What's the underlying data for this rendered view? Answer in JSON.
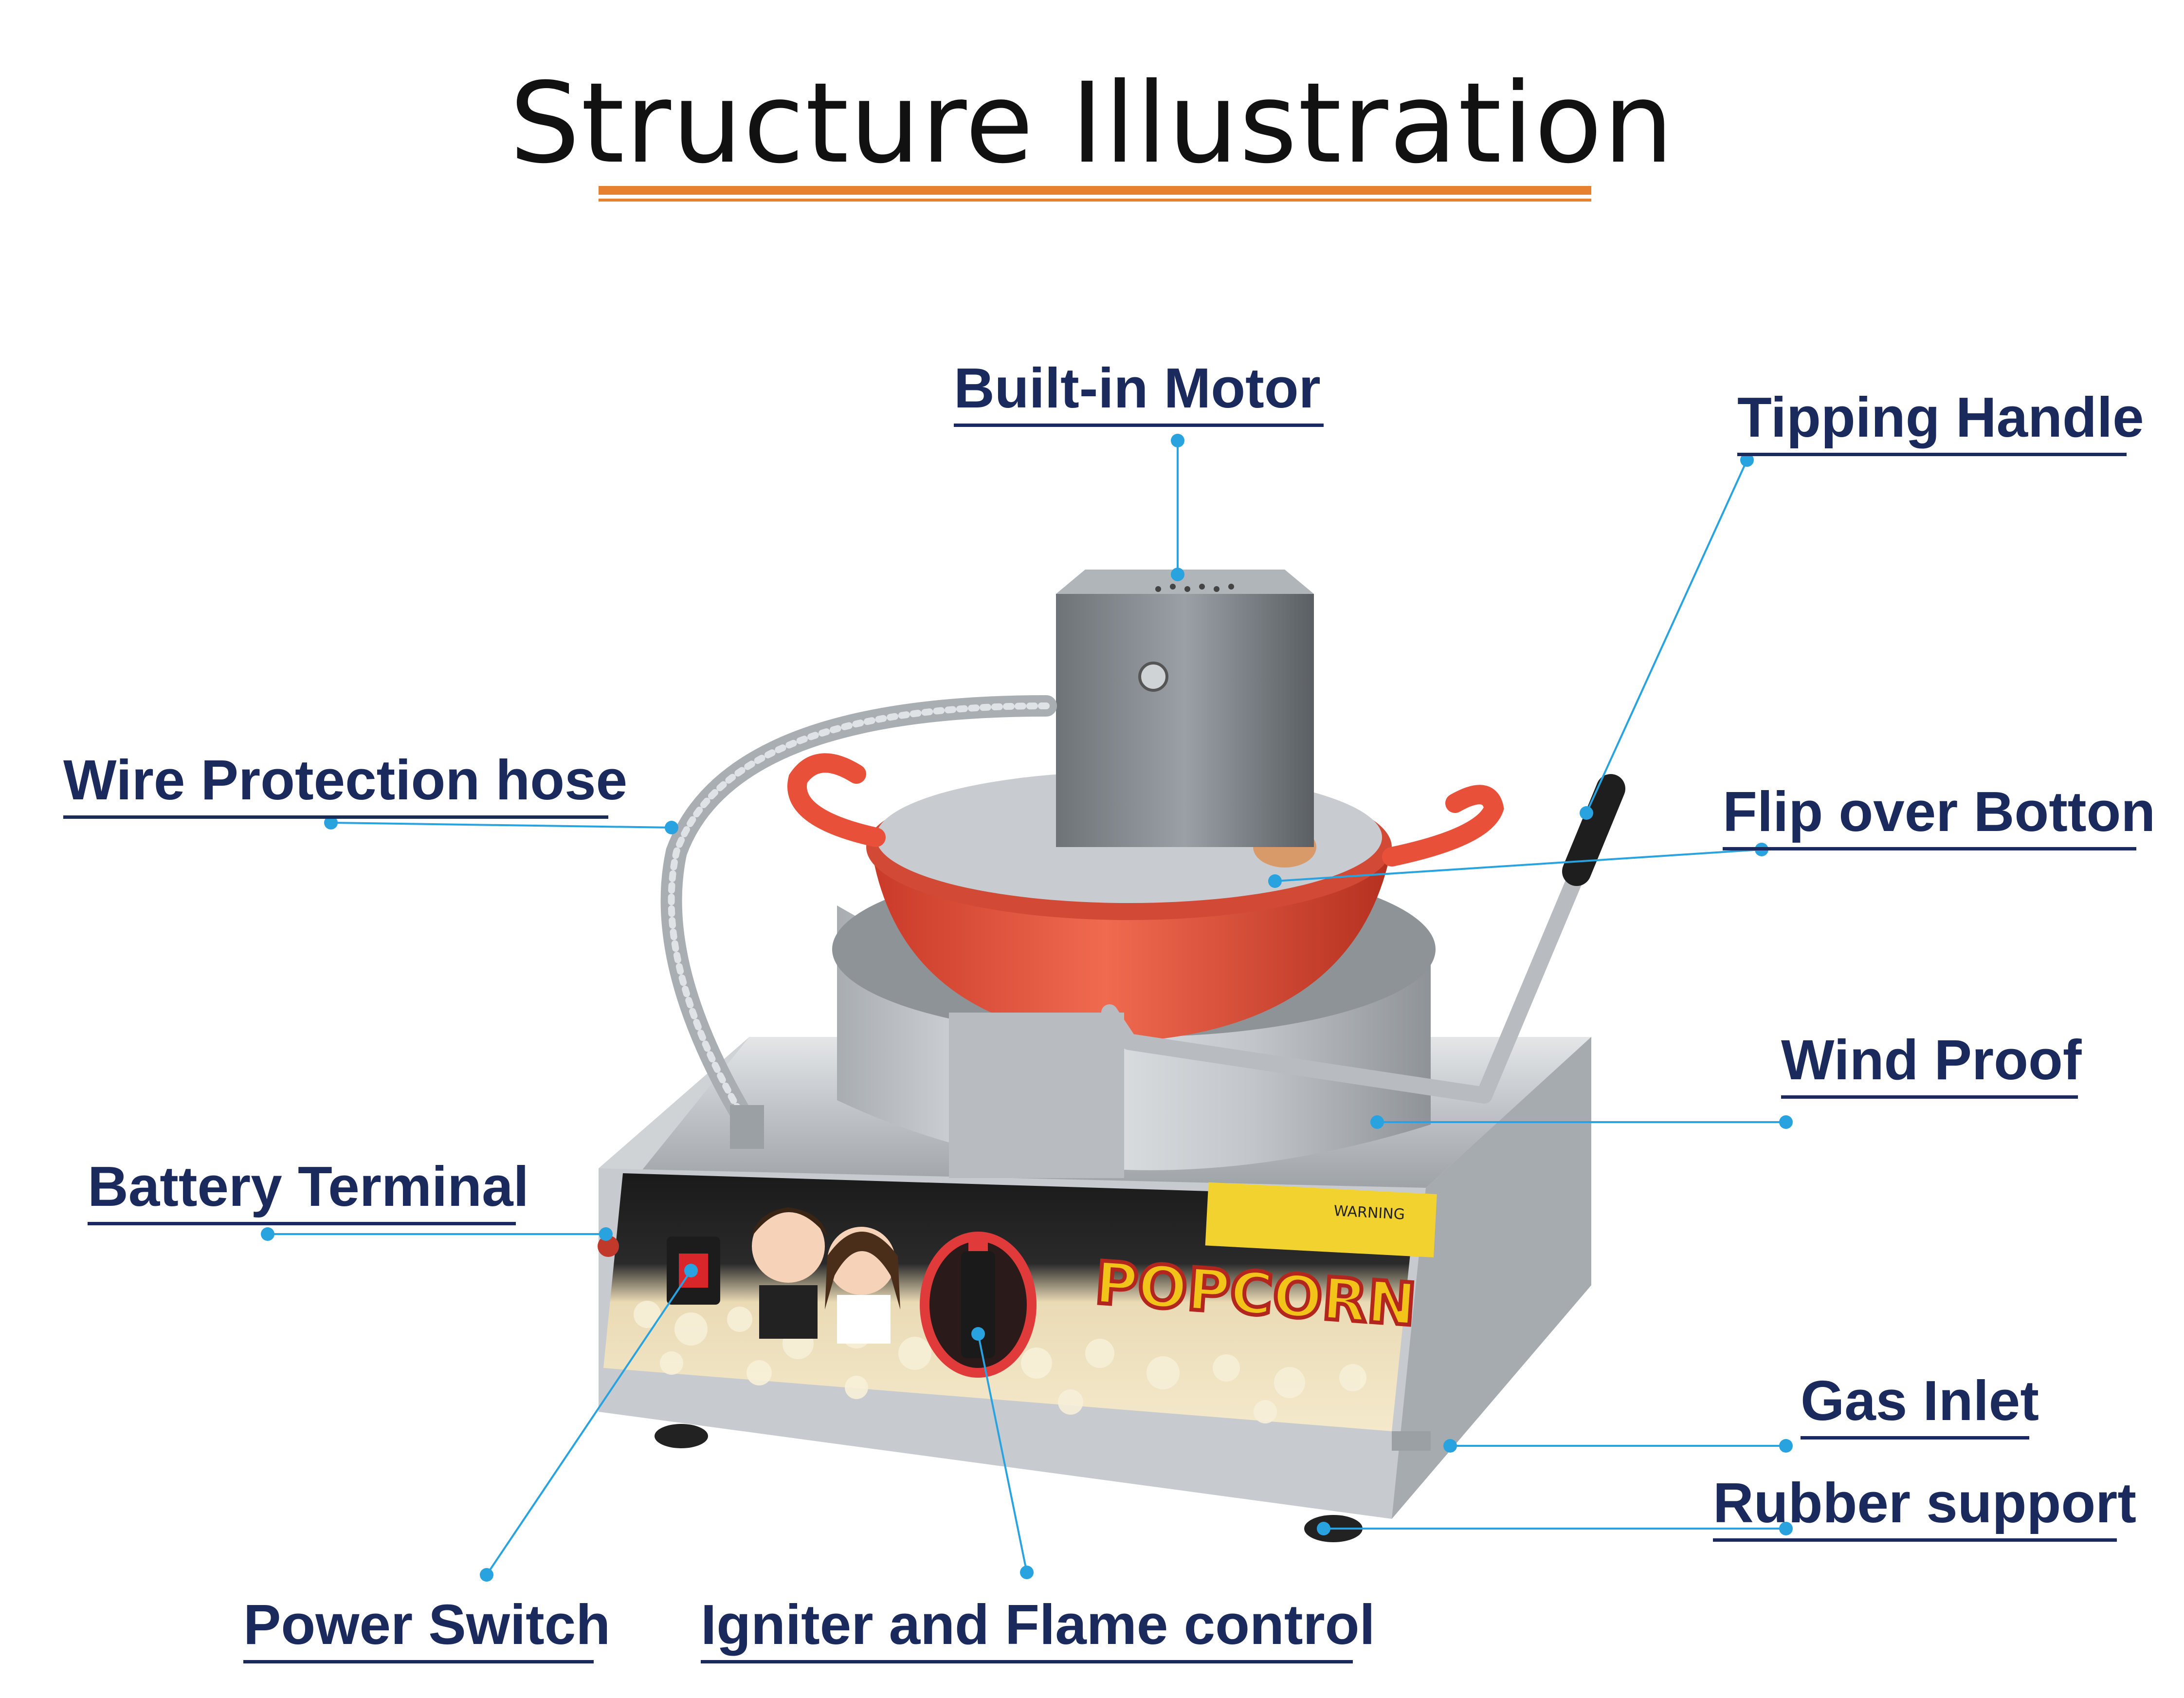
{
  "title": "Structure Illustration",
  "labels": {
    "built_in_motor": "Built-in Motor",
    "tipping_handle": "Tipping Handle",
    "wire_protection_hose": "Wire Protection hose",
    "flip_over_botton": "Flip over Botton",
    "wind_proof": "Wind Proof",
    "battery_terminal": "Battery Terminal",
    "gas_inlet": "Gas Inlet",
    "rubber_support": "Rubber support",
    "power_switch": "Power Switch",
    "igniter_and_flame_control": "Igniter and Flame control"
  },
  "machine": {
    "brand_text": "POPCORN",
    "warning_text": "WARNING"
  },
  "colors": {
    "title_underline": "#E8812F",
    "label_text": "#1B2A5C",
    "leader_line": "#29A3E0",
    "pot": "#E8503A",
    "steel": "#C9CCCF"
  }
}
